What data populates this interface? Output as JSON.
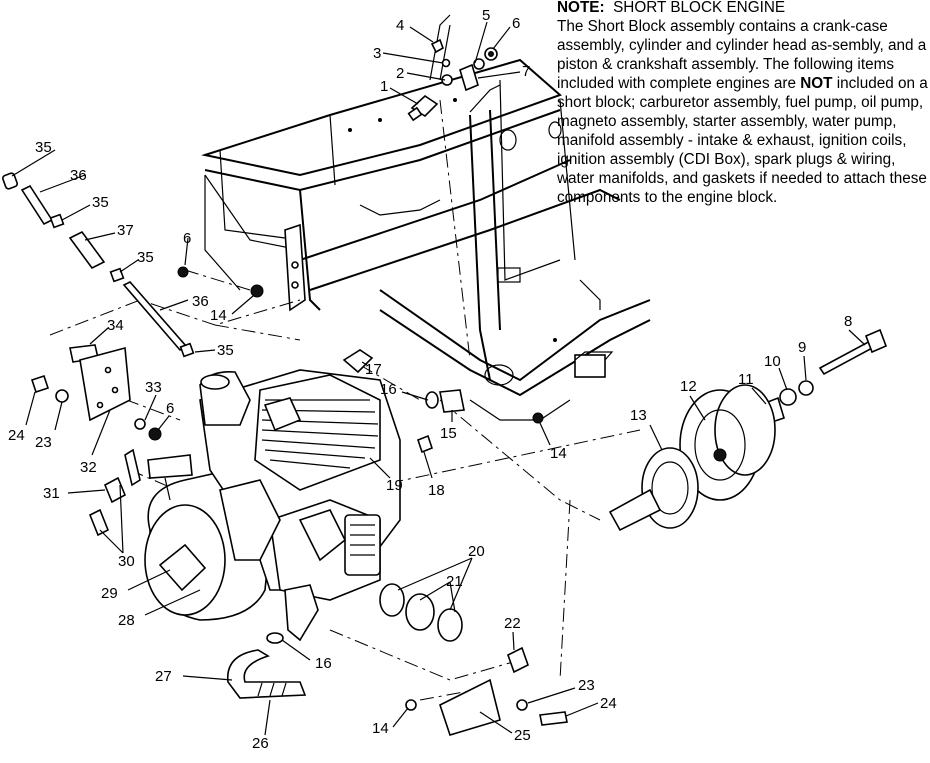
{
  "note": {
    "heading_bold": "NOTE:",
    "heading_rest": "SHORT BLOCK ENGINE",
    "text_1": "The Short Block assembly contains a crank-case assembly, cylinder and cylinder head as-sembly, and a piston & crankshaft assembly. The following items included with complete engines are ",
    "text_bold": "NOT",
    "text_2": " included on a short block; carburetor assembly, fuel pump, oil pump, magneto assembly, starter assembly, water pump, manifold assembly - intake & exhaust, ignition coils, ignition assembly (CDI Box), spark plugs & wiring, water manifolds, and gaskets if needed to attach these components to the engine block."
  },
  "callouts": {
    "n1": "1",
    "n2": "2",
    "n3": "3",
    "n4": "4",
    "n5": "5",
    "n6a": "6",
    "n7": "7",
    "n35a": "35",
    "n36a": "36",
    "n35b": "35",
    "n37": "37",
    "n35c": "35",
    "n6b": "6",
    "n36b": "36",
    "n14a": "14",
    "n34": "34",
    "n35d": "35",
    "n17": "17",
    "n16a": "16",
    "n15": "15",
    "n14b": "14",
    "n8": "8",
    "n9": "9",
    "n10": "10",
    "n11": "11",
    "n12": "12",
    "n13": "13",
    "n33": "33",
    "n6c": "6",
    "n24a": "24",
    "n23a": "23",
    "n32": "32",
    "n19": "19",
    "n18": "18",
    "n31": "31",
    "n30": "30",
    "n29": "29",
    "n28": "28",
    "n20": "20",
    "n21": "21",
    "n22": "22",
    "n16b": "16",
    "n27": "27",
    "n26": "26",
    "n23b": "23",
    "n24b": "24",
    "n14c": "14",
    "n25": "25"
  }
}
